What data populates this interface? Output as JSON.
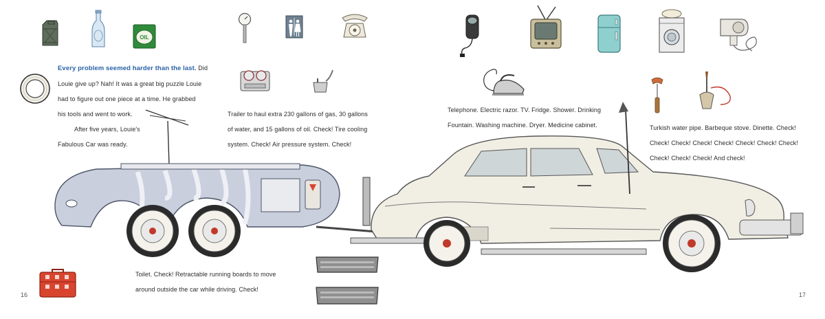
{
  "page": {
    "left_number": "16",
    "right_number": "17"
  },
  "story": {
    "lead": "Every problem seemed harder than the last.",
    "line1_rest": "Did",
    "line2": "Louie give up? Nah! It was a great big puzzle Louie",
    "line3": "had to figure out one piece at a time. He grabbed",
    "line4": "his tools and went to work.",
    "line5": "After five years, Louie's",
    "line6": "Fabulous Car was ready."
  },
  "captions": {
    "trailer": [
      "Trailer to haul extra 230 gallons of gas, 30 gallons",
      "of water, and 15 gallons of oil. Check! Tire cooling",
      "system. Check! Air pressure system. Check!"
    ],
    "appliances": [
      "Telephone. Electric razor. TV. Fridge. Shower. Drinking",
      "Fountain. Washing machine. Dryer. Medicine cabinet."
    ],
    "turkish": [
      "Turkish water pipe. Barbeque stove. Dinette. Check!",
      "Check! Check! Check! Check! Check! Check! Check!",
      "Check! Check! Check! And check!"
    ],
    "toilet": [
      "Toilet. Check! Retractable running boards to move",
      "around outside the car while driving. Check!"
    ]
  },
  "icons": {
    "oil_label": "OIL"
  },
  "colors": {
    "lead_blue": "#2a62a8",
    "car_cream": "#f1efe4",
    "trailer_silver": "#c9cfdd",
    "wheel_red": "#c0392b",
    "can_green": "#5c6b5a",
    "oil_green": "#2e8b3a",
    "fridge_teal": "#8fd0cf",
    "toolbox_red": "#d9442f"
  }
}
